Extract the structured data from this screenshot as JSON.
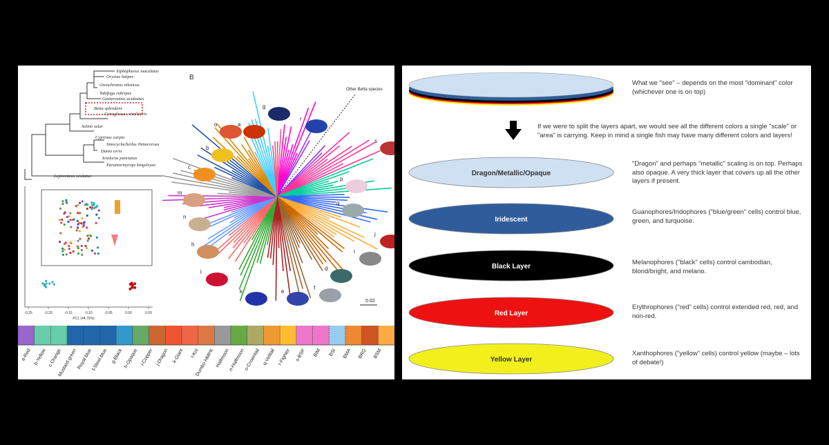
{
  "left": {
    "phylo_species": [
      "Xiphophorus maculatus",
      "Oryzias latipes",
      "Oreochromis niloticus",
      "Takifugu rubripes",
      "Gasterosteus aculeatus",
      "Betta splendens",
      "Cynoglossus semilaevis",
      "Salmo salar",
      "Cyprinus carpio",
      "Sinocyclocheilus rhinocerous",
      "Danio rerio",
      "Ictalurus punctatus",
      "Paramormyrops kingsleyae",
      "Lepisosteus oculatus"
    ],
    "pca_xlabel": "PC1 (44.79%)",
    "pca_xticks": [
      "-0.25",
      "-0.20",
      "-0.15",
      "-0.10",
      "-0.05",
      "0.00",
      "0.05"
    ],
    "panel_b_label": "B",
    "other_betta": "Other Betta species",
    "scale_bar": "0.02",
    "radial_letters": [
      "g",
      "r",
      "a",
      "o",
      "b",
      "c",
      "m",
      "n",
      "h",
      "l",
      "k",
      "e",
      "j",
      "f",
      "d",
      "s",
      "p",
      "q",
      "i"
    ],
    "breed_labels": [
      "a-Red",
      "b-Yellow",
      "c-Orange",
      "Mustard green",
      "Royal blue",
      "f-Steel blue",
      "g-Black",
      "h-Opaque",
      "i-Copper",
      "j-Dragon",
      "k-Giant",
      "l-Koi",
      "Dumbo HMPK",
      "Halfmoon",
      "n-Halfmoon",
      "o-Crowntail",
      "q-Veiltail",
      "r-Fighter",
      "s-BSP",
      "BIM",
      "BSI",
      "BMA",
      "BRG",
      "BSM"
    ]
  },
  "right": {
    "top_text": "What we \"see\" – depends on the most \"dominant\" color (whichever one is on top)",
    "split_text": "If we were to split the layers apart, we would see all the different colors a single \"scale\" or \"area\" is carrying. Keep in mind a single fish may have many different colors and layers!",
    "layers": [
      {
        "label": "Dragon/Metallic/Opaque",
        "desc": "\"Dragon\" and perhaps \"metallic\" scaling is on top. Perhaps also opaque. A very thick layer that covers up all the other layers if present.",
        "fill": "#cfe0f3",
        "text_color": "#333333"
      },
      {
        "label": "Iridescent",
        "desc": "Guanophores/Iridophores (\"blue/green\" cells) control blue, green, and turquoise.",
        "fill": "#2f5d9b",
        "text_color": "#ffffff"
      },
      {
        "label": "Black Layer",
        "desc": "Melanophores (\"black\" cells) control cambodian, blond/bright, and melano.",
        "fill": "#000000",
        "text_color": "#ffffff"
      },
      {
        "label": "Red Layer",
        "desc": "Erythrophores (\"red\" cells) control extended red, red, and non-red.",
        "fill": "#ee1111",
        "text_color": "#ffffff"
      },
      {
        "label": "Yellow Layer",
        "desc": "Xanthophores (\"yellow\" cells) control yellow (maybe – lots of debate!)",
        "fill": "#f2ef1c",
        "text_color": "#333333"
      }
    ]
  }
}
